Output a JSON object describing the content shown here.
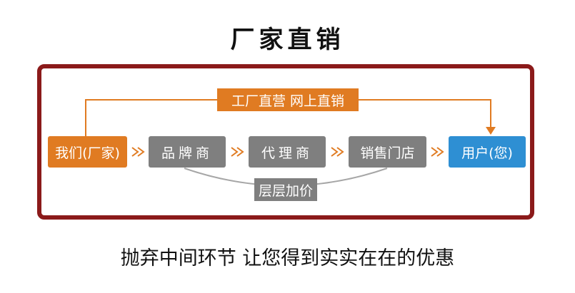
{
  "title": "厂家直销",
  "top_label": "工厂直营 网上直销",
  "bottom_label": "层层加价",
  "nodes": [
    {
      "label": "我们(厂家)",
      "color": "#e07b22"
    },
    {
      "label": "品牌商",
      "color": "#7f7f7f"
    },
    {
      "label": "代理商",
      "color": "#7f7f7f"
    },
    {
      "label": "销售门店",
      "color": "#7f7f7f"
    },
    {
      "label": "用户(您)",
      "color": "#2e8fd3"
    }
  ],
  "tagline": "抛弃中间环节 让您得到实实在在的优惠",
  "colors": {
    "frame": "#8b1a1a",
    "direct_path": "#e07b22",
    "middle_path": "#a6a6a6",
    "chevron": "#e07b22"
  }
}
